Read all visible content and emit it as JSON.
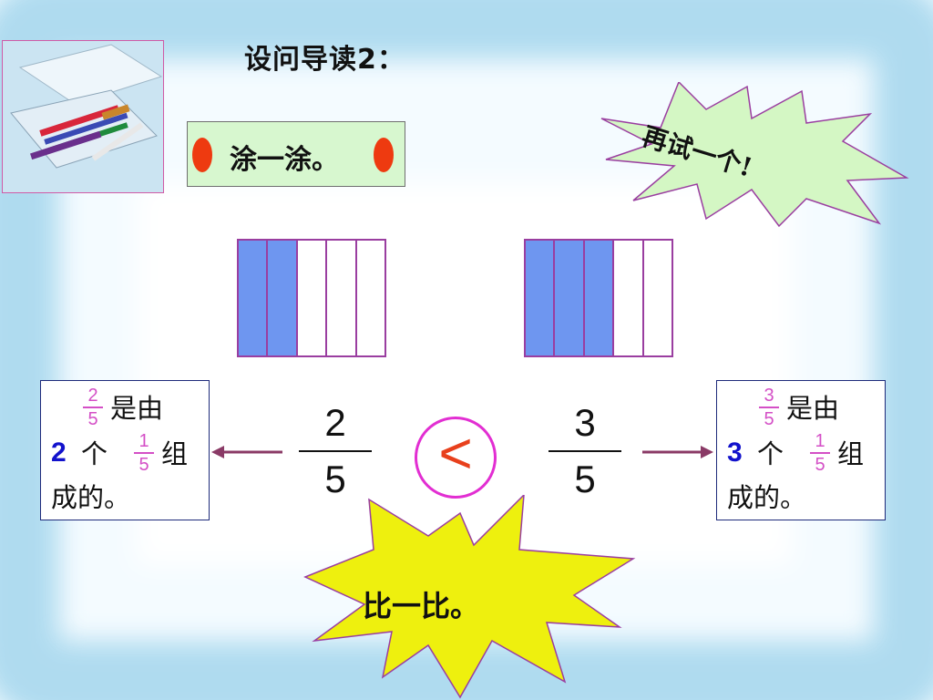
{
  "title": "设问导读2：",
  "instruction": {
    "text": "涂一涂。"
  },
  "burst_top": {
    "text": "再试一个!"
  },
  "burst_bottom": {
    "text": "比一比。"
  },
  "strips": [
    {
      "parts": 5,
      "shaded": 2,
      "color": "#6e96f0"
    },
    {
      "parts": 5,
      "shaded": 3,
      "color": "#6e96f0"
    }
  ],
  "left_fraction": {
    "numerator": "2",
    "denominator": "5"
  },
  "right_fraction": {
    "numerator": "3",
    "denominator": "5"
  },
  "comparison_symbol": "<",
  "left_note": {
    "frac_num": "2",
    "frac_den": "5",
    "text1": "是由",
    "count": "2",
    "text2": "个",
    "unit_num": "1",
    "unit_den": "5",
    "text3": "组",
    "text4": "成的。"
  },
  "right_note": {
    "frac_num": "3",
    "frac_den": "5",
    "text1": "是由",
    "count": "3",
    "text2": "个",
    "unit_num": "1",
    "unit_den": "5",
    "text3": "组",
    "text4": "成的。"
  },
  "colors": {
    "accent_magenta": "#d44fc6",
    "arrow": "#8a3a66",
    "burst_green": "#d4f7c4",
    "burst_yellow": "#eef00e"
  }
}
